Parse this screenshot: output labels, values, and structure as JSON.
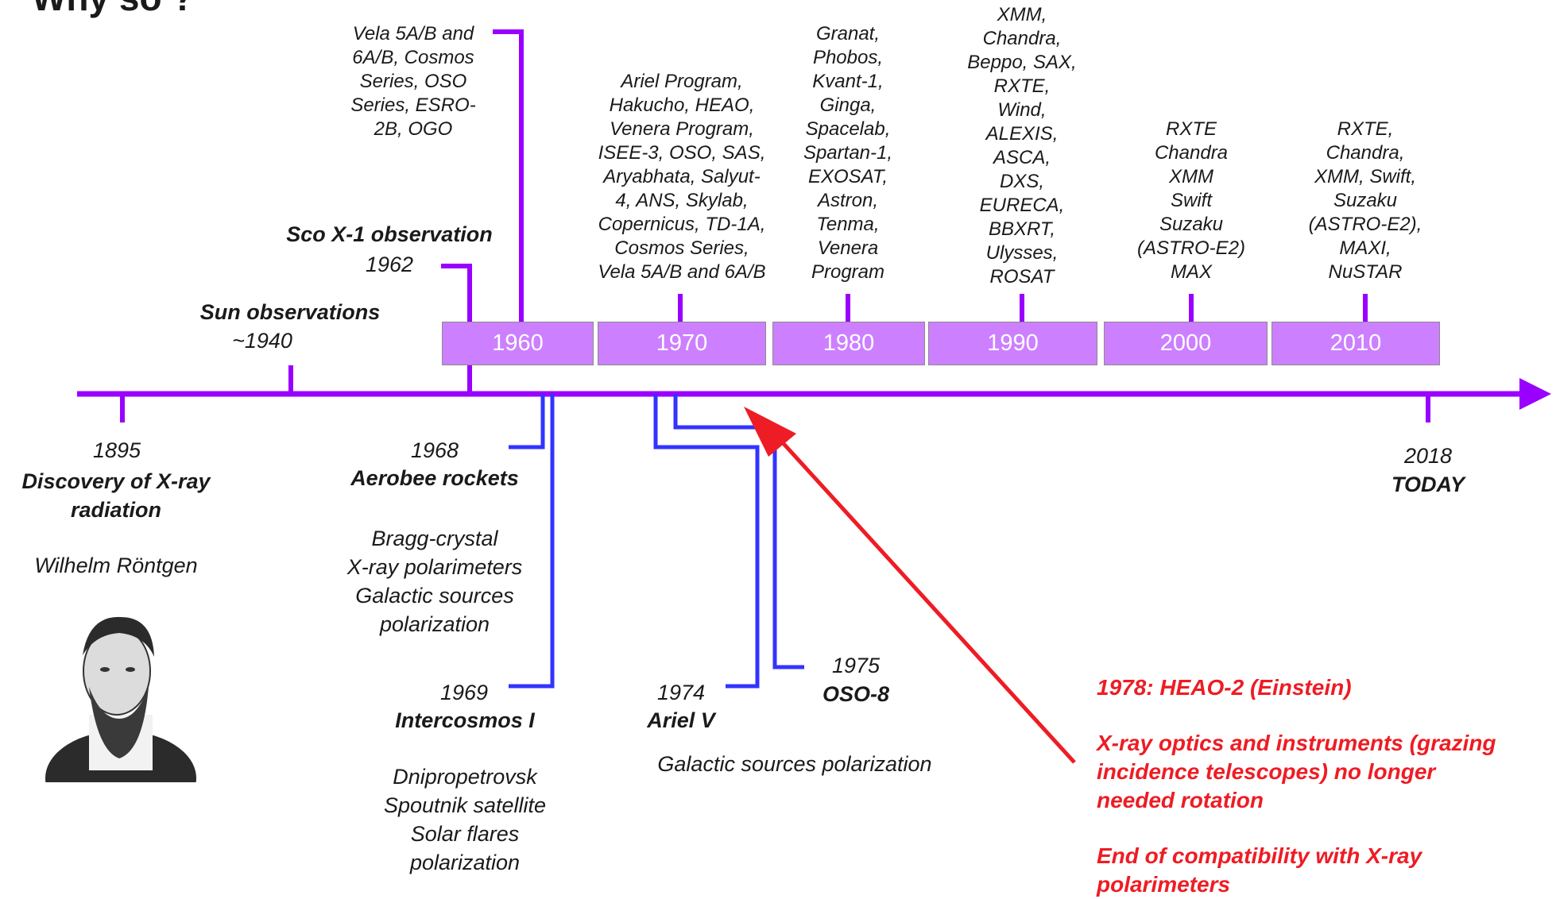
{
  "title": "Why so ?",
  "colors": {
    "timeline": "#9900ff",
    "decade_fill": "#cc80ff",
    "blue_line": "#3333ff",
    "red_arrow": "#ee1c24"
  },
  "decades": [
    "1960",
    "1970",
    "1980",
    "1990",
    "2000",
    "2010"
  ],
  "missions": [
    "Vela 5A/B and\n6A/B, Cosmos\nSeries, OSO\nSeries, ESRO-\n2B, OGO",
    "Ariel Program,\nHakucho, HEAO,\nVenera Program,\nISEE-3, OSO, SAS,\nAryabhata, Salyut-\n4, ANS, Skylab,\nCopernicus, TD-1A,\nCosmos Series,\nVela 5A/B and 6A/B",
    "Granat,\nPhobos,\nKvant-1,\nGinga,\nSpacelab,\nSpartan-1,\nEXOSAT,\nAstron,\nTenma,\nVenera\nProgram",
    "XMM,\nChandra,\nBeppo, SAX,\nRXTE,\nWind,\nALEXIS,\nASCA,\nDXS,\nEURECA,\nBBXRT,\nUlysses,\nROSAT",
    "RXTE\nChandra\nXMM\nSwift\nSuzaku\n(ASTRO-E2)\nMAX",
    "RXTE,\nChandra,\nXMM, Swift,\nSuzaku\n(ASTRO-E2),\nMAXI,\nNuSTAR"
  ],
  "events": {
    "sco_title": "Sco X-1 observation",
    "sco_year": "1962",
    "sun_title": "Sun observations",
    "sun_year": "~1940",
    "discovery_year": "1895",
    "discovery_title": "Discovery of X-ray\nradiation",
    "discovery_person": "Wilhelm Röntgen",
    "today_year": "2018",
    "today_label": "TODAY",
    "aerobee_year": "1968",
    "aerobee_title": "Aerobee rockets",
    "aerobee_desc": "Bragg-crystal\nX-ray polarimeters\nGalactic sources\npolarization",
    "intercosmos_year": "1969",
    "intercosmos_title": "Intercosmos I",
    "intercosmos_desc": "Dnipropetrovsk\nSpoutnik satellite\nSolar flares\npolarization",
    "ariel_year": "1974",
    "ariel_title": "Ariel V",
    "ariel_desc": "Galactic sources polarization",
    "oso8_year": "1975",
    "oso8_title": "OSO-8"
  },
  "notes": {
    "heao2": "1978: HEAO-2 (Einstein)",
    "optics": "X-ray optics and instruments (grazing\nincidence telescopes) no longer\nneeded rotation",
    "end": "End of compatibility with X-ray\npolarimeters"
  }
}
